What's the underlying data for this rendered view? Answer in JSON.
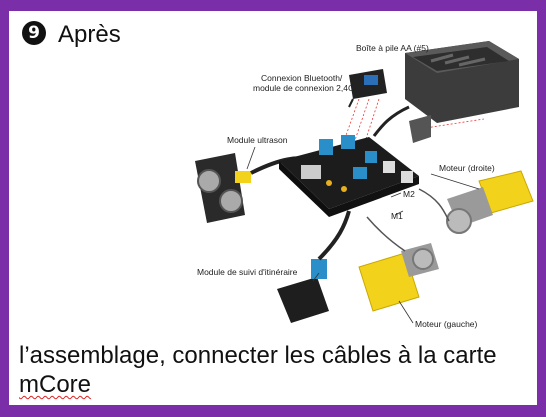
{
  "step": {
    "number": "9",
    "title": "Après"
  },
  "labels": {
    "battery": "Boîte à pile AA (#5)",
    "bluetooth_line1": "Connexion Bluetooth/",
    "bluetooth_line2": "module de connexion 2,4G",
    "ultrasonic": "Module ultrason",
    "motor_right": "Moteur (droite)",
    "port_m2": "M2",
    "port_m1": "M1",
    "line_follower": "Module de suivi d'itinéraire",
    "motor_left": "Moteur (gauche)"
  },
  "caption": {
    "line1": "l’assemblage, connecter les câbles à la carte",
    "line2": "mCore"
  },
  "colors": {
    "frame": "#7a2fa8",
    "board": "#1c1c1c",
    "motor": "#f2d21b",
    "module_blue": "#2a8fc9"
  }
}
